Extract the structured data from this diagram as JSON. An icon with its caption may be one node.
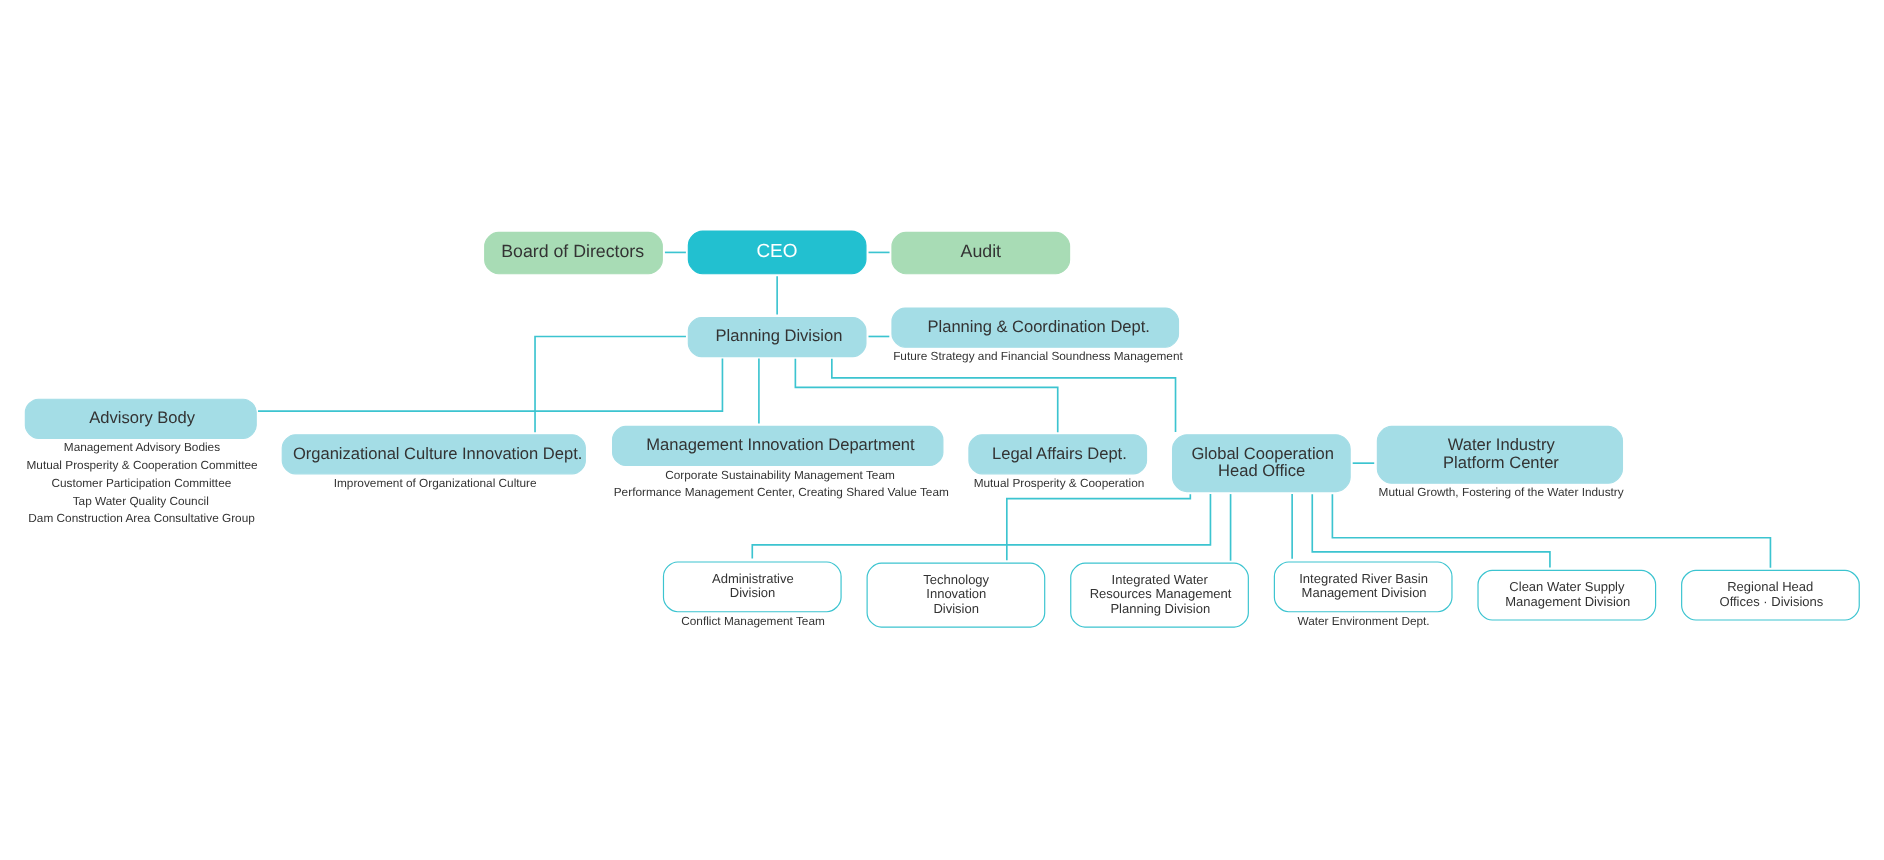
{
  "diagram": {
    "nodes": [
      {
        "text": [
          "CEO"
        ]
      },
      {
        "text": [
          "Board of Directors"
        ]
      },
      {
        "text": [
          "Audit"
        ]
      },
      {
        "text": [
          "Advisory Body"
        ],
        "beside": [
          "Management Advisory Bodies",
          "Mutual Prosperity & Cooperation Committee",
          "Customer Participation Committee",
          "Tap Water Quality Council",
          "Dam Construction Area Consultative Group"
        ]
      },
      {
        "text": [
          "Organizational Culture Innovation Dept."
        ],
        "beside": [
          "Improvement of Organizational Culture"
        ]
      },
      {
        "text": [
          "Planning Division"
        ]
      },
      {
        "text": [
          "Management Innovation Department"
        ],
        "beside": [
          "Corporate Sustainability Management Team",
          "Performance Management Center, Creating Shared Value Team"
        ]
      },
      {
        "text": [
          "Planning & Coordination Dept."
        ],
        "beside": [
          "Future Strategy and Financial Soundness Management"
        ]
      },
      {
        "text": [
          "Legal Affairs Dept."
        ],
        "beside": [
          "Mutual Prosperity & Cooperation"
        ]
      },
      {
        "text": [
          "Global Cooperation Head Office"
        ]
      },
      {
        "text": [
          "Water Industry Platform Center"
        ],
        "beside": [
          "Mutual Growth, Fostering of the Water Industry"
        ]
      },
      {
        "text": [
          "Administrative Division"
        ],
        "beside": [
          "Conflict Management Team"
        ]
      },
      {
        "text": [
          "Technology Innovation Division"
        ]
      },
      {
        "text": [
          "Integrated Water Resources Management Planning Division"
        ]
      },
      {
        "text": [
          "Integrated River Basin Management Division"
        ],
        "beside": [
          "Water Environment Dept."
        ]
      },
      {
        "text": [
          "Clean Water Supply Management Division"
        ]
      },
      {
        "text": [
          "Regional Head Offices · Divisions"
        ]
      }
    ],
    "edges": [
      {
        "from": 1,
        "to": 0,
        "arrow": "none"
      },
      {
        "from": 0,
        "to": 2,
        "arrow": "none"
      },
      {
        "from": 0,
        "to": 5,
        "arrow": "none"
      },
      {
        "from": 3,
        "to": 5,
        "arrow": "none"
      },
      {
        "from": 4,
        "to": 5,
        "arrow": "none"
      },
      {
        "from": 5,
        "to": 6,
        "arrow": "none"
      },
      {
        "from": 5,
        "to": 7,
        "arrow": "none"
      },
      {
        "from": 5,
        "to": 8,
        "arrow": "none"
      },
      {
        "from": 5,
        "to": 9,
        "arrow": "none"
      },
      {
        "from": 9,
        "to": 10,
        "arrow": "none"
      },
      {
        "from": 9,
        "to": 11,
        "arrow": "none"
      },
      {
        "from": 9,
        "to": 12,
        "arrow": "none"
      },
      {
        "from": 9,
        "to": 13,
        "arrow": "none"
      },
      {
        "from": 9,
        "to": 14,
        "arrow": "none"
      },
      {
        "from": 9,
        "to": 15,
        "arrow": "none"
      },
      {
        "from": 9,
        "to": 16,
        "arrow": "none"
      }
    ]
  }
}
